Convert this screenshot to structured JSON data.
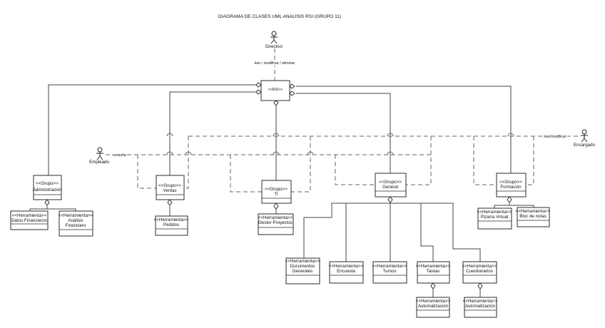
{
  "title": "DIAGRAMA DE CLASES UML ANALISIS RSI (GRUPO 11)",
  "actors": {
    "directivo": "Directivo",
    "empleado": "Empleado",
    "encargado": "Encargado"
  },
  "relations": {
    "directivo": "leer / modificar / eliminar",
    "empleado": "consulta",
    "encargado": "leer/modificar"
  },
  "root": {
    "stereo": "<<RSI>>"
  },
  "groups": {
    "administracion": {
      "stereo": "<<Grupo>>",
      "name": "Administración"
    },
    "ventas": {
      "stereo": "<<Grupo>>",
      "name": "Ventas"
    },
    "ti": {
      "stereo": "<<Grupo>>",
      "name": "TI"
    },
    "general": {
      "stereo": "<<Grupo>>",
      "name": "General"
    },
    "formacion": {
      "stereo": "<<Grupo>>",
      "name": "Formación"
    }
  },
  "tools": {
    "datos_financieros": {
      "stereo": "<<Herramienta>>",
      "name": "Datos Financieros"
    },
    "analisis_financiero": {
      "stereo": "<<Herramienta>>",
      "name1": "Análisis",
      "name2": "Financiero"
    },
    "pedidos": {
      "stereo": "<<Herramienta>>",
      "name": "Pedidos"
    },
    "gestor_proyectos": {
      "stereo": "<<Herramienta>>",
      "name": "Gestor Proyectos"
    },
    "documentos_generales": {
      "stereo": "<<Herramienta>>",
      "name1": "Documentos",
      "name2": "Generales"
    },
    "encuesta": {
      "stereo": "<<Herramienta>>",
      "name": "Encuesta"
    },
    "turnos": {
      "stereo": "<<Herramienta>>",
      "name": "Turnos"
    },
    "tareas": {
      "stereo": "<<Herramienta>>",
      "name": "Tareas"
    },
    "cuestionarios": {
      "stereo": "<<Herramienta>>",
      "name": "Cuestionarios"
    },
    "automatizacion_tareas": {
      "stereo": "<<Herramienta>>",
      "name": "Automatización"
    },
    "automatizacion_cuestionarios": {
      "stereo": "<<Herramienta>>",
      "name": "Automatización"
    },
    "pizarra_virtual": {
      "stereo": "<<Herramienta>>",
      "name": "Pizarra Virtual"
    },
    "bloc_de_notas": {
      "stereo": "<<Herramienta>>",
      "name": "Bloc de notas"
    }
  }
}
